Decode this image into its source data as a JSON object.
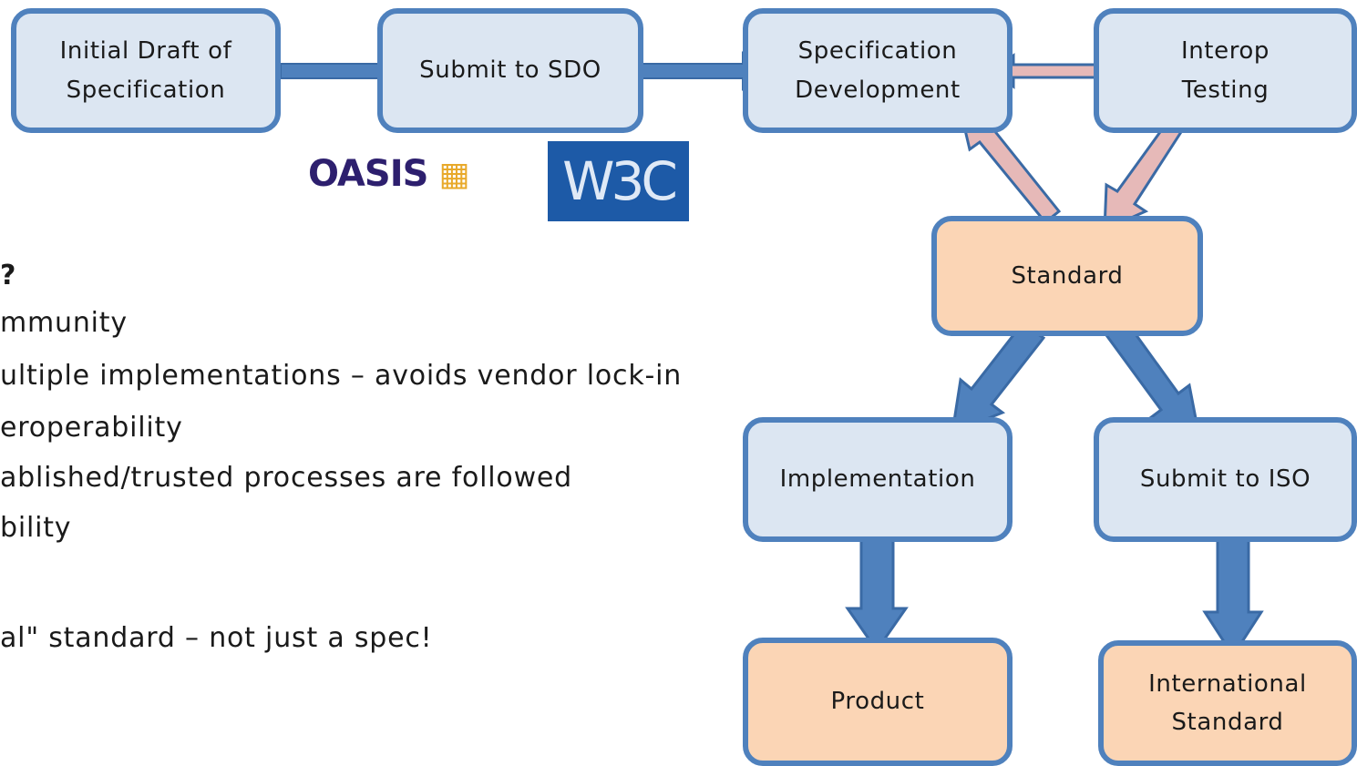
{
  "nodes": {
    "initial_draft": "Initial Draft of Specification",
    "submit_sdo": "Submit to SDO",
    "spec_dev": "Specification Development",
    "interop": "Interop Testing",
    "standard": "Standard",
    "implementation": "Implementation",
    "submit_iso": "Submit to ISO",
    "product": "Product",
    "intl_standard": "International Standard"
  },
  "logos": {
    "oasis": "OASIS",
    "w3c": "W3C"
  },
  "bullets": {
    "heading": "?",
    "items": [
      "mmunity",
      "ultiple implementations – avoids vendor lock-in",
      "eroperability",
      "ablished/trusted processes are followed",
      "bility",
      "al\" standard – not just a spec!"
    ]
  },
  "colors": {
    "node_fill_blue": "#dce6f2",
    "node_fill_peach": "#fbd5b5",
    "node_border": "#4f81bd",
    "arrow_blue": "#4f81bd",
    "arrow_pink": "#e6b9b8",
    "arrow_outline": "#3a6aa5"
  }
}
